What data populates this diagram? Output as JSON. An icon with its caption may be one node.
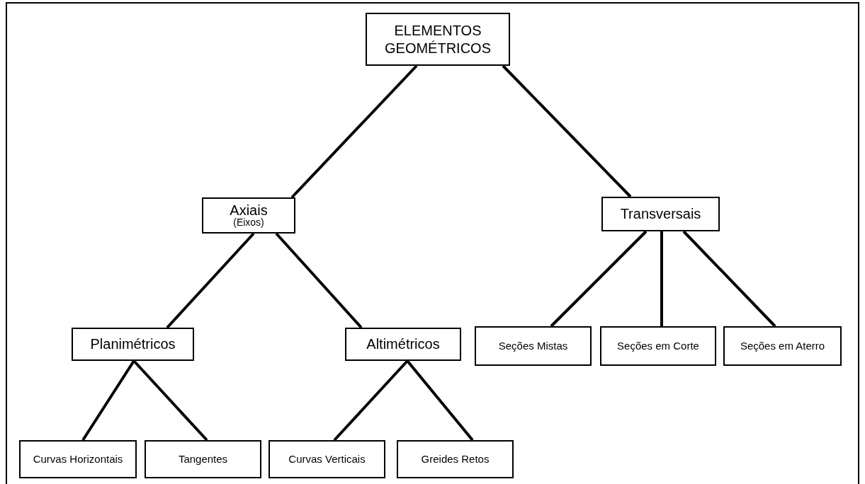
{
  "diagram": {
    "nodes": [
      {
        "text": [
          "ELEMENTOS GEOMÉTRICOS"
        ]
      },
      {
        "text": [
          "Axiais",
          "(Eixos)"
        ]
      },
      {
        "text": [
          "Transversais"
        ]
      },
      {
        "text": [
          "Planimétricos"
        ]
      },
      {
        "text": [
          "Altimétricos"
        ]
      },
      {
        "text": [
          "Seções Mistas"
        ]
      },
      {
        "text": [
          "Seções em Corte"
        ]
      },
      {
        "text": [
          "Seções em Aterro"
        ]
      },
      {
        "text": [
          "Curvas Horizontais"
        ]
      },
      {
        "text": [
          "Tangentes"
        ]
      },
      {
        "text": [
          "Curvas Verticais"
        ]
      },
      {
        "text": [
          "Greides Retos"
        ]
      }
    ],
    "edges": [
      {
        "from": 0,
        "to": 1,
        "arrow": "none"
      },
      {
        "from": 0,
        "to": 2,
        "arrow": "none"
      },
      {
        "from": 1,
        "to": 3,
        "arrow": "none"
      },
      {
        "from": 1,
        "to": 4,
        "arrow": "none"
      },
      {
        "from": 2,
        "to": 5,
        "arrow": "none"
      },
      {
        "from": 2,
        "to": 6,
        "arrow": "none"
      },
      {
        "from": 2,
        "to": 7,
        "arrow": "none"
      },
      {
        "from": 3,
        "to": 8,
        "arrow": "none"
      },
      {
        "from": 3,
        "to": 9,
        "arrow": "none"
      },
      {
        "from": 4,
        "to": 10,
        "arrow": "none"
      },
      {
        "from": 4,
        "to": 11,
        "arrow": "none"
      }
    ]
  }
}
